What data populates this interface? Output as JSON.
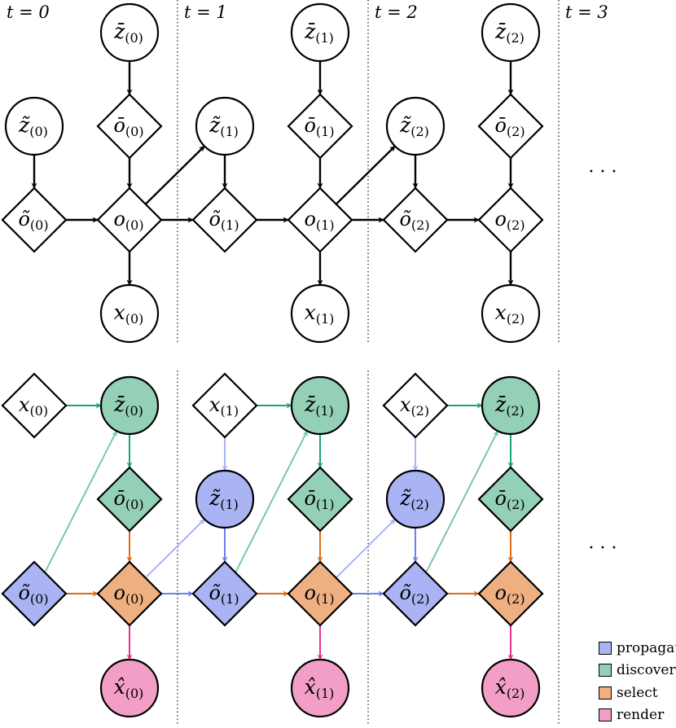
{
  "time_labels": [
    "t = 0",
    "t = 1",
    "t = 2",
    "t = 3"
  ],
  "ellipsis": "· · ·",
  "colors": {
    "propagate": "#aab4f5",
    "discover": "#93d0b5",
    "select": "#efb081",
    "render": "#f29ec6",
    "discover_arrow": "#1aa57a",
    "propagate_arrow": "#6b7ff0",
    "select_arrow": "#e06a14",
    "render_arrow": "#e8318d",
    "propagate_light_arrow": "#a9b3f5",
    "discover_light_arrow": "#7cc7a6"
  },
  "legend": [
    {
      "key": "propagate",
      "label": "propagate"
    },
    {
      "key": "discover",
      "label": "discover"
    },
    {
      "key": "select",
      "label": "select"
    },
    {
      "key": "render",
      "label": "render"
    }
  ],
  "top_graph": {
    "nodes": [
      {
        "id": "zbar0",
        "shape": "circle",
        "base": "z̄",
        "sub": "(0)",
        "fill": "none"
      },
      {
        "id": "zbar1",
        "shape": "circle",
        "base": "z̄",
        "sub": "(1)",
        "fill": "none"
      },
      {
        "id": "zbar2",
        "shape": "circle",
        "base": "z̄",
        "sub": "(2)",
        "fill": "none"
      },
      {
        "id": "ztil0",
        "shape": "circle",
        "base": "z̃",
        "sub": "(0)",
        "fill": "none"
      },
      {
        "id": "ztil1",
        "shape": "circle",
        "base": "z̃",
        "sub": "(1)",
        "fill": "none"
      },
      {
        "id": "ztil2",
        "shape": "circle",
        "base": "z̃",
        "sub": "(2)",
        "fill": "none"
      },
      {
        "id": "obar0",
        "shape": "diamond",
        "base": "ō",
        "sub": "(0)",
        "fill": "none"
      },
      {
        "id": "obar1",
        "shape": "diamond",
        "base": "ō",
        "sub": "(1)",
        "fill": "none"
      },
      {
        "id": "obar2",
        "shape": "diamond",
        "base": "ō",
        "sub": "(2)",
        "fill": "none"
      },
      {
        "id": "otil0",
        "shape": "diamond",
        "base": "õ",
        "sub": "(0)",
        "fill": "none"
      },
      {
        "id": "otil1",
        "shape": "diamond",
        "base": "õ",
        "sub": "(1)",
        "fill": "none"
      },
      {
        "id": "otil2",
        "shape": "diamond",
        "base": "õ",
        "sub": "(2)",
        "fill": "none"
      },
      {
        "id": "o0",
        "shape": "diamond",
        "base": "o",
        "sub": "(0)",
        "fill": "none"
      },
      {
        "id": "o1",
        "shape": "diamond",
        "base": "o",
        "sub": "(1)",
        "fill": "none"
      },
      {
        "id": "o2",
        "shape": "diamond",
        "base": "o",
        "sub": "(2)",
        "fill": "none"
      },
      {
        "id": "x0",
        "shape": "circle",
        "base": "x",
        "sub": "(0)",
        "fill": "none"
      },
      {
        "id": "x1",
        "shape": "circle",
        "base": "x",
        "sub": "(1)",
        "fill": "none"
      },
      {
        "id": "x2",
        "shape": "circle",
        "base": "x",
        "sub": "(2)",
        "fill": "none"
      }
    ],
    "edges": [
      {
        "from": "zbar0",
        "to": "obar0",
        "color": "black"
      },
      {
        "from": "zbar1",
        "to": "obar1",
        "color": "black"
      },
      {
        "from": "zbar2",
        "to": "obar2",
        "color": "black"
      },
      {
        "from": "obar0",
        "to": "o0",
        "color": "black"
      },
      {
        "from": "obar1",
        "to": "o1",
        "color": "black"
      },
      {
        "from": "obar2",
        "to": "o2",
        "color": "black"
      },
      {
        "from": "ztil0",
        "to": "otil0",
        "color": "black"
      },
      {
        "from": "ztil1",
        "to": "otil1",
        "color": "black"
      },
      {
        "from": "ztil2",
        "to": "otil2",
        "color": "black"
      },
      {
        "from": "otil0",
        "to": "o0",
        "color": "black"
      },
      {
        "from": "o0",
        "to": "otil1",
        "color": "black"
      },
      {
        "from": "otil1",
        "to": "o1",
        "color": "black"
      },
      {
        "from": "o1",
        "to": "otil2",
        "color": "black"
      },
      {
        "from": "otil2",
        "to": "o2",
        "color": "black"
      },
      {
        "from": "o0",
        "to": "ztil1",
        "color": "black"
      },
      {
        "from": "o1",
        "to": "ztil2",
        "color": "black"
      },
      {
        "from": "o0",
        "to": "x0",
        "color": "black"
      },
      {
        "from": "o1",
        "to": "x1",
        "color": "black"
      },
      {
        "from": "o2",
        "to": "x2",
        "color": "black"
      }
    ]
  },
  "bottom_graph": {
    "nodes": [
      {
        "id": "bx0",
        "shape": "diamond",
        "base": "x",
        "sub": "(0)",
        "fill": "none"
      },
      {
        "id": "bx1",
        "shape": "diamond",
        "base": "x",
        "sub": "(1)",
        "fill": "none"
      },
      {
        "id": "bx2",
        "shape": "diamond",
        "base": "x",
        "sub": "(2)",
        "fill": "none"
      },
      {
        "id": "bzbar0",
        "shape": "circle",
        "base": "z̄",
        "sub": "(0)",
        "fill": "discover"
      },
      {
        "id": "bzbar1",
        "shape": "circle",
        "base": "z̄",
        "sub": "(1)",
        "fill": "discover"
      },
      {
        "id": "bzbar2",
        "shape": "circle",
        "base": "z̄",
        "sub": "(2)",
        "fill": "discover"
      },
      {
        "id": "bobar0",
        "shape": "diamond",
        "base": "ō",
        "sub": "(0)",
        "fill": "discover"
      },
      {
        "id": "bobar1",
        "shape": "diamond",
        "base": "ō",
        "sub": "(1)",
        "fill": "discover"
      },
      {
        "id": "bobar2",
        "shape": "diamond",
        "base": "ō",
        "sub": "(2)",
        "fill": "discover"
      },
      {
        "id": "bztil1",
        "shape": "circle",
        "base": "z̃",
        "sub": "(1)",
        "fill": "propagate"
      },
      {
        "id": "bztil2",
        "shape": "circle",
        "base": "z̃",
        "sub": "(2)",
        "fill": "propagate"
      },
      {
        "id": "botil0",
        "shape": "diamond",
        "base": "õ",
        "sub": "(0)",
        "fill": "propagate"
      },
      {
        "id": "botil1",
        "shape": "diamond",
        "base": "õ",
        "sub": "(1)",
        "fill": "propagate"
      },
      {
        "id": "botil2",
        "shape": "diamond",
        "base": "õ",
        "sub": "(2)",
        "fill": "propagate"
      },
      {
        "id": "bo0",
        "shape": "diamond",
        "base": "o",
        "sub": "(0)",
        "fill": "select"
      },
      {
        "id": "bo1",
        "shape": "diamond",
        "base": "o",
        "sub": "(1)",
        "fill": "select"
      },
      {
        "id": "bo2",
        "shape": "diamond",
        "base": "o",
        "sub": "(2)",
        "fill": "select"
      },
      {
        "id": "bxhat0",
        "shape": "circle",
        "base": "x̂",
        "sub": "(0)",
        "fill": "render"
      },
      {
        "id": "bxhat1",
        "shape": "circle",
        "base": "x̂",
        "sub": "(1)",
        "fill": "render"
      },
      {
        "id": "bxhat2",
        "shape": "circle",
        "base": "x̂",
        "sub": "(2)",
        "fill": "render"
      }
    ],
    "edges": [
      {
        "from": "bx0",
        "to": "bzbar0",
        "color": "discover_arrow"
      },
      {
        "from": "bx1",
        "to": "bzbar1",
        "color": "discover_arrow"
      },
      {
        "from": "bx2",
        "to": "bzbar2",
        "color": "discover_arrow"
      },
      {
        "from": "bzbar0",
        "to": "bobar0",
        "color": "discover_arrow"
      },
      {
        "from": "bzbar1",
        "to": "bobar1",
        "color": "discover_arrow"
      },
      {
        "from": "bzbar2",
        "to": "bobar2",
        "color": "discover_arrow"
      },
      {
        "from": "botil0",
        "to": "bzbar0",
        "color": "discover_light_arrow"
      },
      {
        "from": "botil1",
        "to": "bzbar1",
        "color": "discover_light_arrow"
      },
      {
        "from": "botil2",
        "to": "bzbar2",
        "color": "discover_light_arrow"
      },
      {
        "from": "bx1",
        "to": "bztil1",
        "color": "propagate_light_arrow"
      },
      {
        "from": "bx2",
        "to": "bztil2",
        "color": "propagate_light_arrow"
      },
      {
        "from": "bztil1",
        "to": "botil1",
        "color": "propagate_arrow"
      },
      {
        "from": "bztil2",
        "to": "botil2",
        "color": "propagate_arrow"
      },
      {
        "from": "bo0",
        "to": "bztil1",
        "color": "propagate_light_arrow"
      },
      {
        "from": "bo1",
        "to": "bztil2",
        "color": "propagate_light_arrow"
      },
      {
        "from": "bo0",
        "to": "botil1",
        "color": "propagate_arrow"
      },
      {
        "from": "bo1",
        "to": "botil2",
        "color": "propagate_arrow"
      },
      {
        "from": "bobar0",
        "to": "bo0",
        "color": "select_arrow"
      },
      {
        "from": "bobar1",
        "to": "bo1",
        "color": "select_arrow"
      },
      {
        "from": "bobar2",
        "to": "bo2",
        "color": "select_arrow"
      },
      {
        "from": "botil0",
        "to": "bo0",
        "color": "select_arrow"
      },
      {
        "from": "botil1",
        "to": "bo1",
        "color": "select_arrow"
      },
      {
        "from": "botil2",
        "to": "bo2",
        "color": "select_arrow"
      },
      {
        "from": "bo0",
        "to": "bxhat0",
        "color": "render_arrow"
      },
      {
        "from": "bo1",
        "to": "bxhat1",
        "color": "render_arrow"
      },
      {
        "from": "bo2",
        "to": "bxhat2",
        "color": "render_arrow"
      }
    ]
  }
}
